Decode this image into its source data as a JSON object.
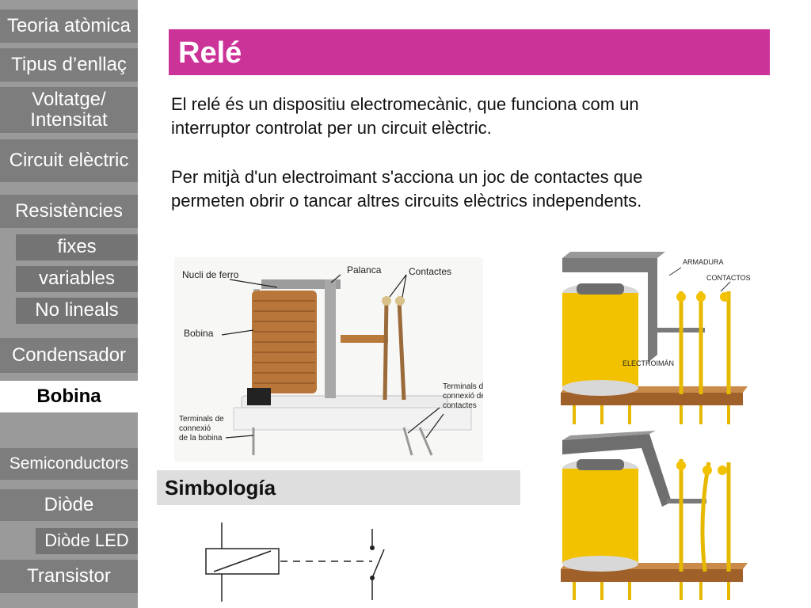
{
  "sidebar": {
    "items": [
      {
        "label": "Teoria atòmica"
      },
      {
        "label": "Tipus d’enllaç"
      },
      {
        "label_line1": "Voltatge/",
        "label_line2": "Intensitat"
      },
      {
        "label": "Circuit elèctric"
      },
      {
        "label": "Resistències"
      },
      {
        "label": "fixes"
      },
      {
        "label": "variables"
      },
      {
        "label": "No lineals"
      },
      {
        "label": "Condensador"
      },
      {
        "label": "Bobina"
      },
      {
        "label": "Semiconductors"
      },
      {
        "label": "Diòde"
      },
      {
        "label": "Diòde LED"
      },
      {
        "label": "Transistor"
      }
    ]
  },
  "main": {
    "title": "Relé",
    "paragraph1_line1": "El relé és un dispositiu electromecànic, que funciona com un",
    "paragraph1_line2": "interruptor controlat per un circuit elèctric.",
    "paragraph2_line1": "Per mitjà d'un electroimant s'acciona un joc de contactes que",
    "paragraph2_line2": "permeten obrir o tancar altres circuits elèctrics independents.",
    "symbology_title": "Simbología"
  },
  "photo_labels": {
    "nucli": "Nucli de ferro",
    "palanca": "Palanca",
    "contactes": "Contactes",
    "bobina": "Bobina",
    "term_bobina_1": "Terminals de",
    "term_bobina_2": "connexió",
    "term_bobina_3": "de la bobina",
    "term_cont_1": "Terminals de",
    "term_cont_2": "connexió dels",
    "term_cont_3": "contactes"
  },
  "diagram_labels": {
    "armadura": "ARMADURA",
    "contactos": "CONTACTOS",
    "electroiman": "ELECTROIMÁN"
  },
  "colors": {
    "title_bar": "#cc3399",
    "sidebar_bg": "#9a9a9a",
    "nav_button": "#7d7d7d",
    "active_nav": "#ffffff",
    "coil_yellow": "#f2c200",
    "base_brown": "#b06a2a"
  }
}
